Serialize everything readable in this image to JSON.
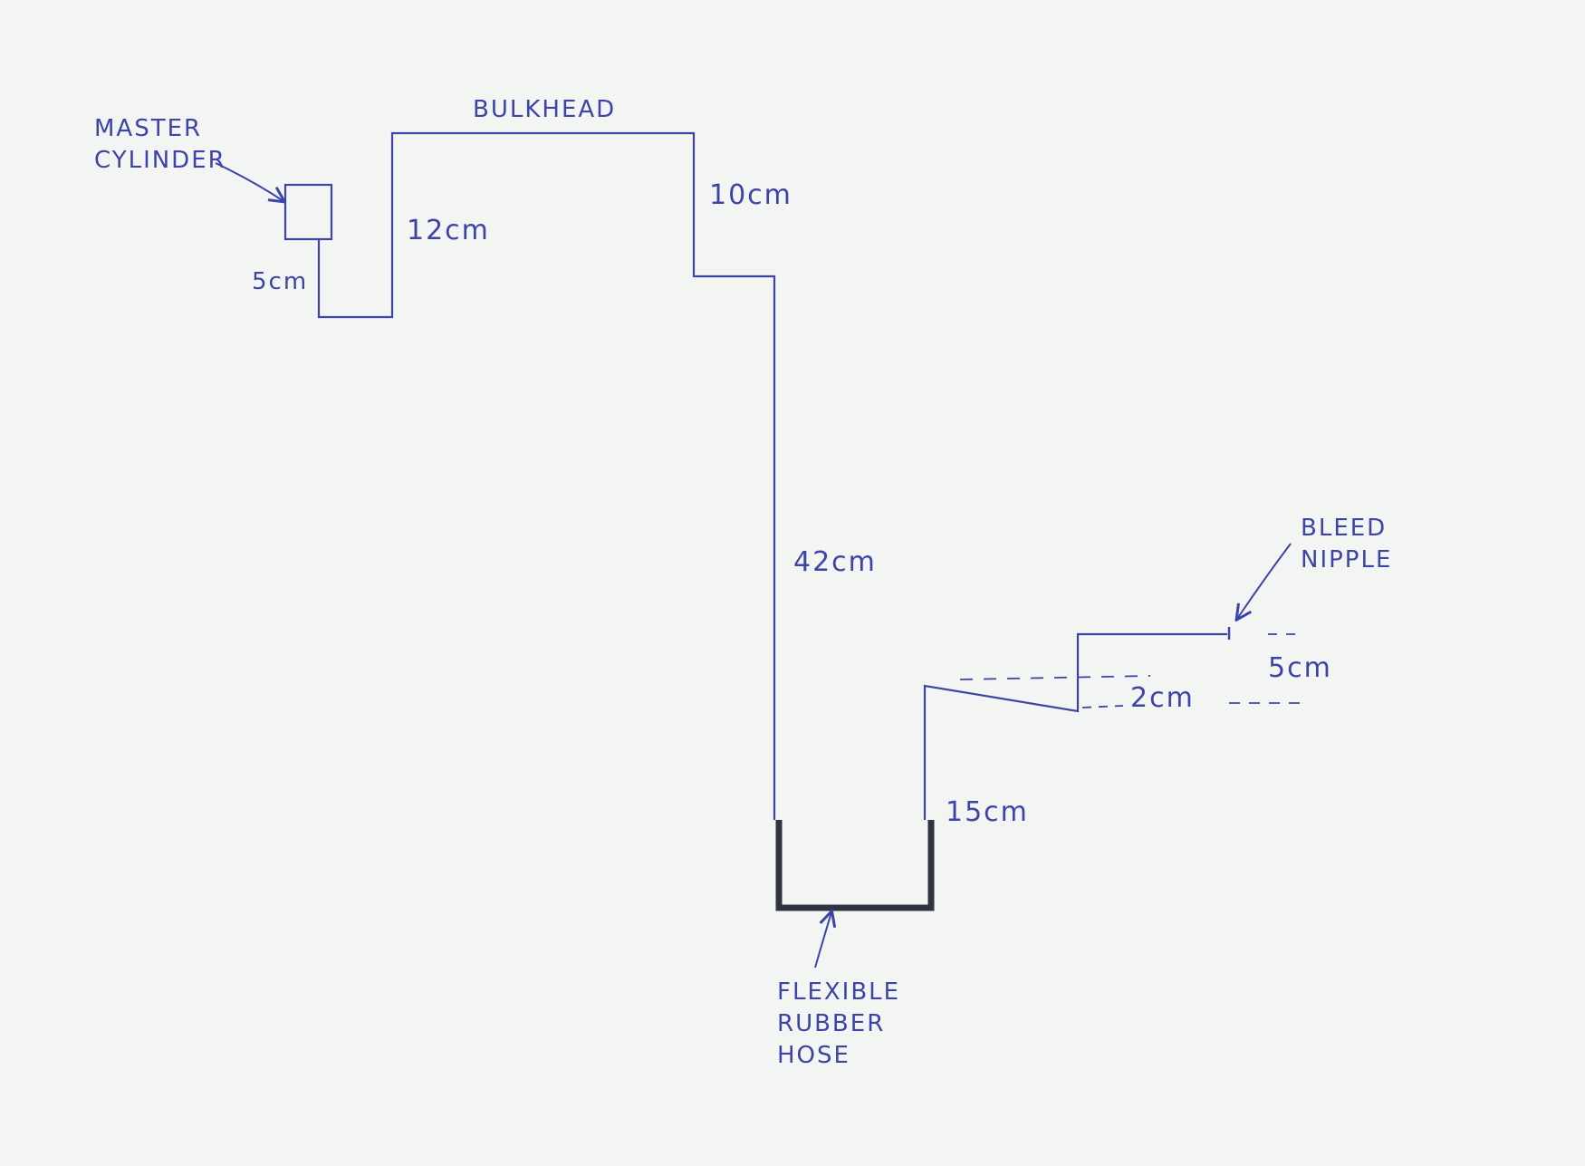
{
  "labels": {
    "master_cylinder": "MASTER\nCYLINDER",
    "bulkhead": "BULKHEAD",
    "len_5cm_top": "5cm",
    "len_12cm": "12cm",
    "len_10cm": "10cm",
    "len_42cm": "42cm",
    "len_15cm": "15cm",
    "len_2cm": "2cm",
    "len_5cm_right": "5cm",
    "bleed_nipple": "BLEED\nNIPPLE",
    "flexible_hose": "FLEXIBLE\nRUBBER\nHOSE"
  },
  "colors": {
    "pen": "#3d44a8",
    "hose": "#2f3440",
    "paper": "#f3f5f2"
  }
}
